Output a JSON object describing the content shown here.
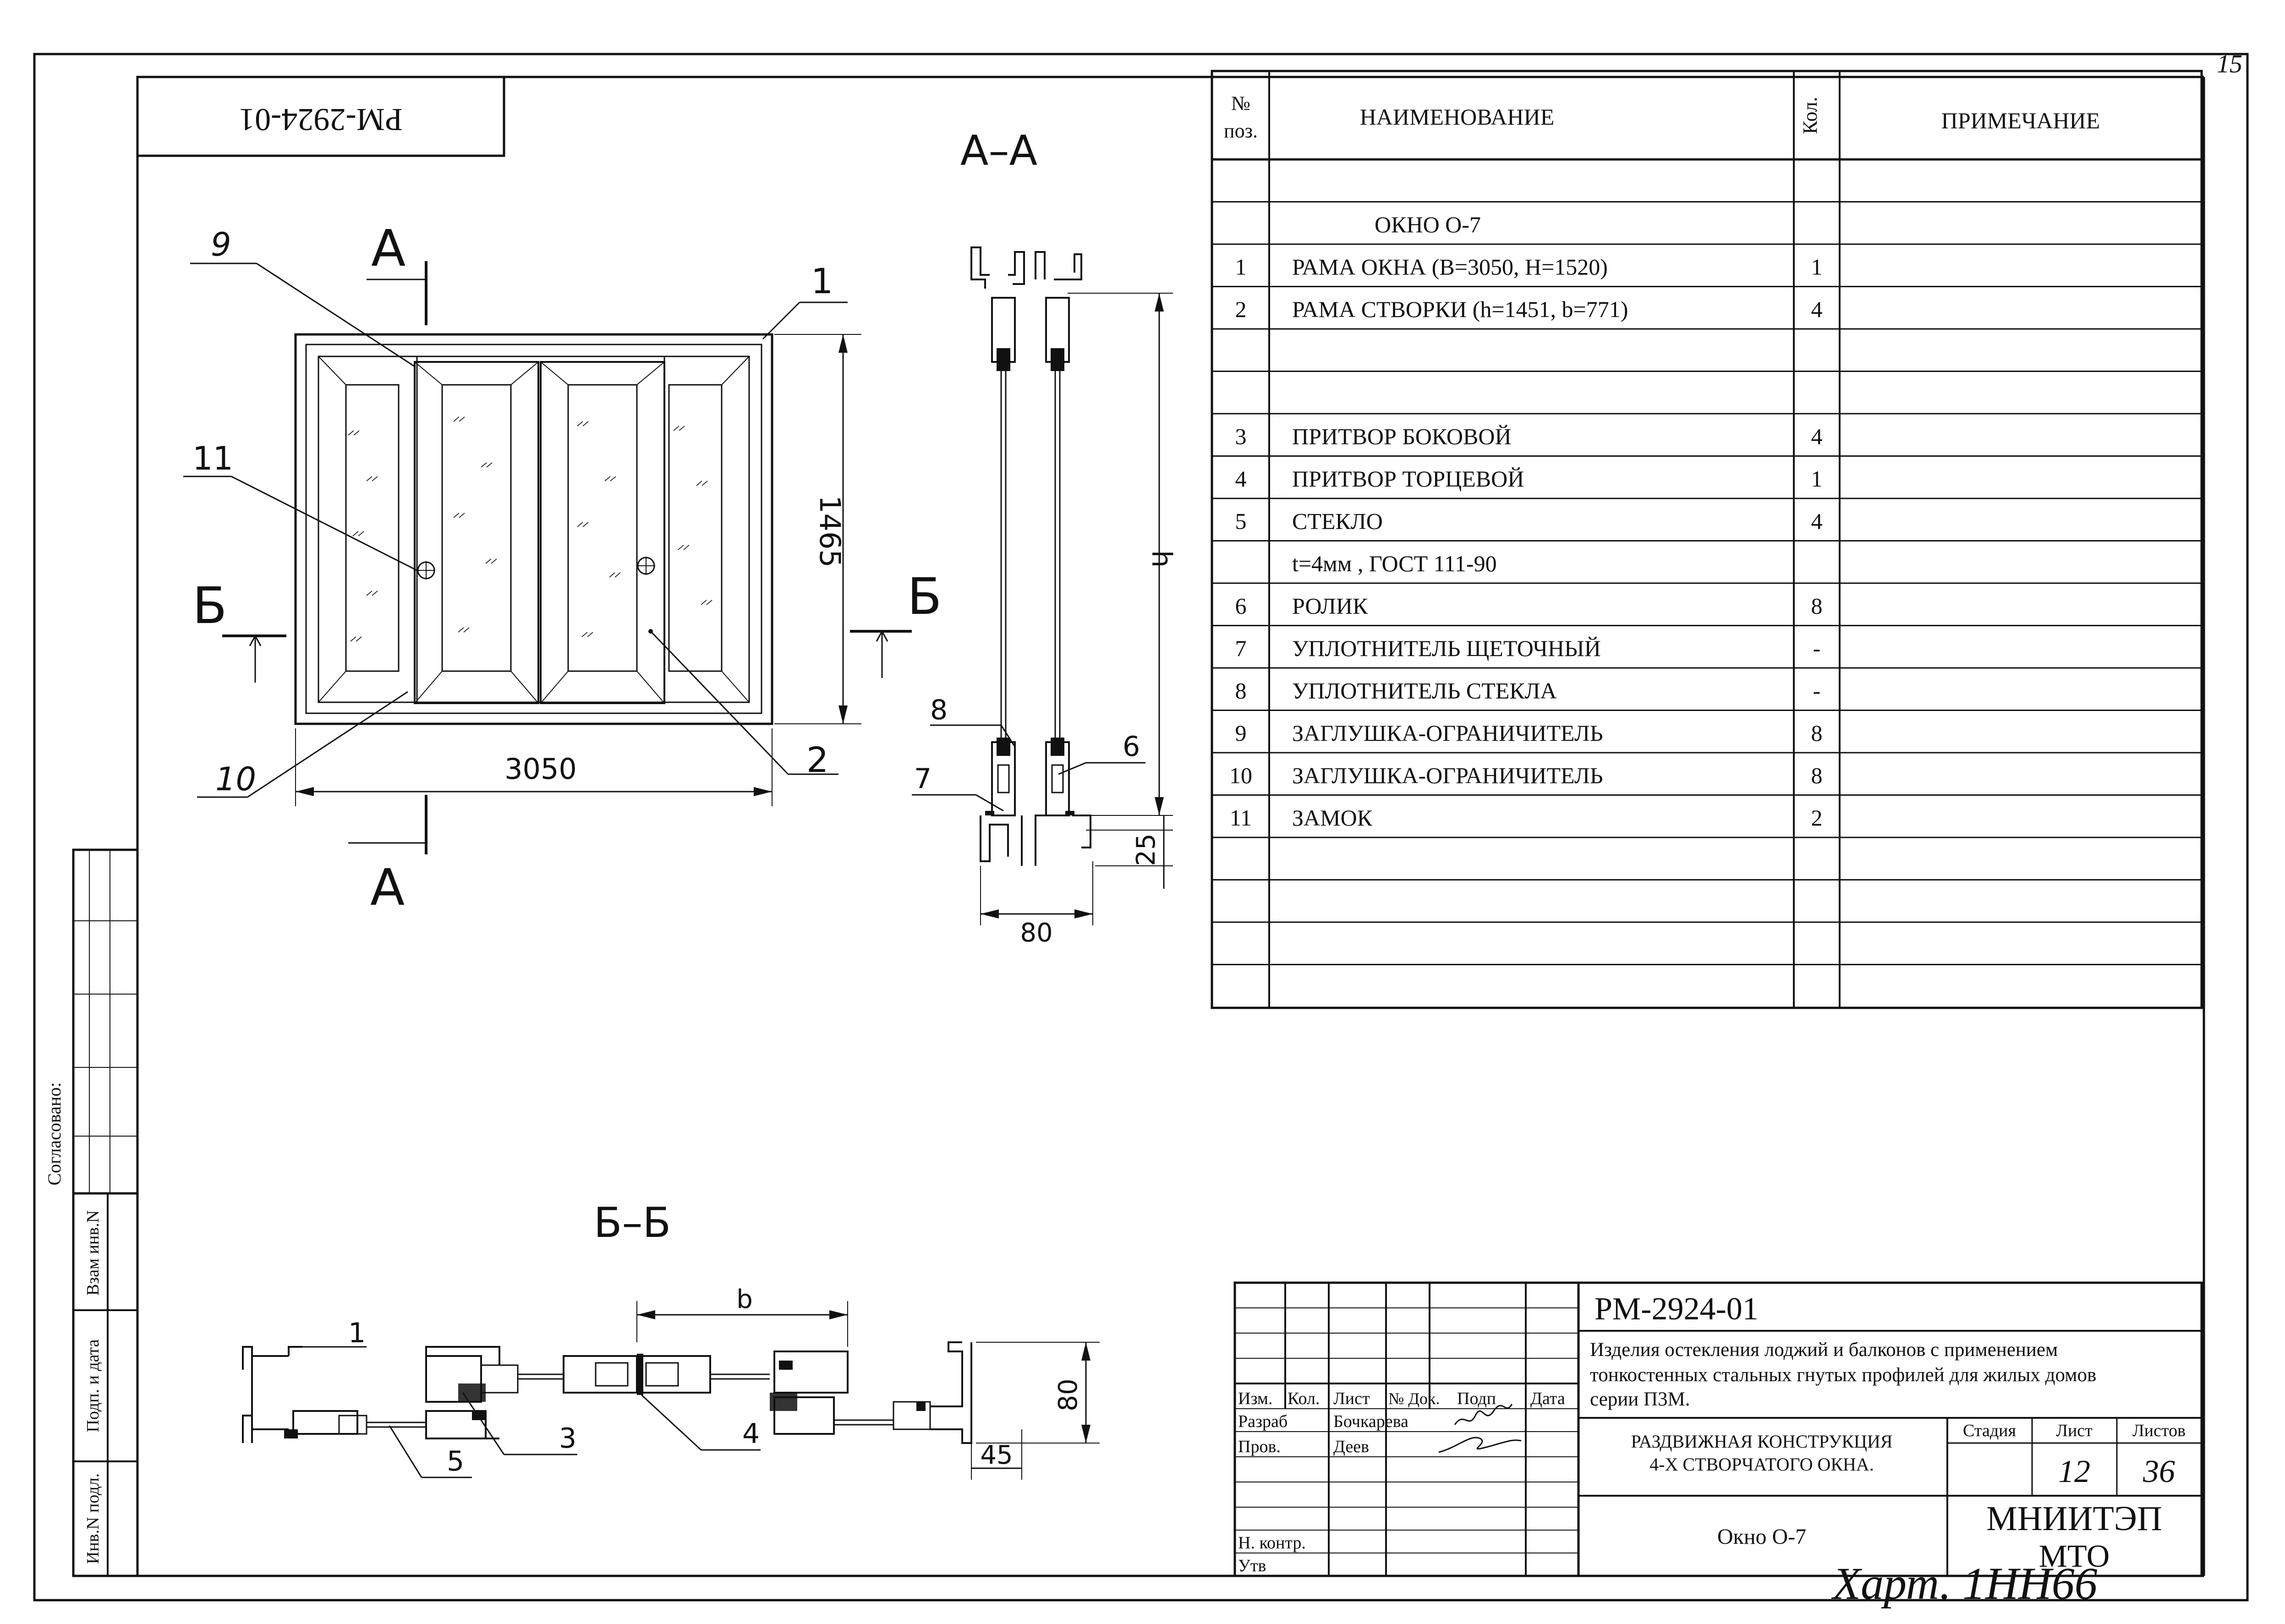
{
  "sheet": {
    "page_number": "15",
    "doc_code_rotated": "РМ-2924-01",
    "footer_handwritten": "Харт. 1НН66"
  },
  "views": {
    "main": {
      "label_top": "А",
      "label_bottom": "А",
      "label_left": "Б",
      "label_right": "Б",
      "width_dim": "3050",
      "height_dim": "1465",
      "callouts": [
        "9",
        "1",
        "11",
        "10",
        "2"
      ]
    },
    "section_aa": {
      "title": "А–А",
      "h_label": "h",
      "dim_80": "80",
      "dim_25": "25",
      "callouts": [
        "8",
        "7",
        "6"
      ]
    },
    "section_bb": {
      "title": "Б–Б",
      "b_label": "b",
      "dim_80": "80",
      "dim_45": "45",
      "callouts": [
        "1",
        "5",
        "3",
        "4"
      ]
    }
  },
  "spec_table": {
    "headers": {
      "pos": "№ поз.",
      "name": "НАИМЕНОВАНИЕ",
      "qty": "Кол.",
      "note": "ПРИМЕЧАНИЕ"
    },
    "rows": [
      {
        "pos": "",
        "name": "",
        "qty": ""
      },
      {
        "pos": "",
        "name": "ОКНО  О-7",
        "qty": ""
      },
      {
        "pos": "1",
        "name": "РАМА ОКНА  (В=3050,  Н=1520)",
        "qty": "1"
      },
      {
        "pos": "2",
        "name": "РАМА СТВОРКИ  (h=1451, b=771)",
        "qty": "4"
      },
      {
        "pos": "",
        "name": "",
        "qty": ""
      },
      {
        "pos": "",
        "name": "",
        "qty": ""
      },
      {
        "pos": "3",
        "name": "ПРИТВОР БОКОВОЙ",
        "qty": "4"
      },
      {
        "pos": "4",
        "name": "ПРИТВОР ТОРЦЕВОЙ",
        "qty": "1"
      },
      {
        "pos": "5",
        "name": "СТЕКЛО",
        "qty": "4"
      },
      {
        "pos": "",
        "name": "t=4мм , ГОСТ 111-90",
        "qty": ""
      },
      {
        "pos": "6",
        "name": "РОЛИК",
        "qty": "8"
      },
      {
        "pos": "7",
        "name": "УПЛОТНИТЕЛЬ ЩЕТОЧНЫЙ",
        "qty": "-"
      },
      {
        "pos": "8",
        "name": "УПЛОТНИТЕЛЬ СТЕКЛА",
        "qty": "-"
      },
      {
        "pos": "9",
        "name": "ЗАГЛУШКА-ОГРАНИЧИТЕЛЬ",
        "qty": "8"
      },
      {
        "pos": "10",
        "name": "ЗАГЛУШКА-ОГРАНИЧИТЕЛЬ",
        "qty": "8"
      },
      {
        "pos": "11",
        "name": "ЗАМОК",
        "qty": "2"
      },
      {
        "pos": "",
        "name": "",
        "qty": ""
      },
      {
        "pos": "",
        "name": "",
        "qty": ""
      },
      {
        "pos": "",
        "name": "",
        "qty": ""
      },
      {
        "pos": "",
        "name": "",
        "qty": ""
      }
    ]
  },
  "side_stamp": {
    "agreed": "Согласовано:",
    "vzam": "Взам инв.N",
    "podp": "Подп. и дата",
    "inv": "Инв.N подл."
  },
  "title_block": {
    "code": "РМ-2924-01",
    "description": "Изделия остекления лоджий и балконов с применением тонкостенных стальных гнутых профилей для жилых домов серии П3М.",
    "desc_lines": [
      "Изделия остекления лоджий и балконов с применением",
      "тонкостенных стальных гнутых профилей для жилых домов",
      "серии П3М."
    ],
    "cols": [
      "Изм.",
      "Кол.",
      "Лист",
      "№ Док.",
      "Подп",
      "Дата"
    ],
    "razrab_label": "Разраб",
    "razrab_name": "Бочкарева",
    "prov_label": "Пров.",
    "prov_name": "Деев",
    "nkontr_label": "Н. контр.",
    "utv_label": "Утв",
    "item_title_lines": [
      "РАЗДВИЖНАЯ КОНСТРУКЦИЯ",
      "4-Х СТВОРЧАТОГО ОКНА."
    ],
    "stage_label": "Стадия",
    "sheet_label": "Лист",
    "sheets_label": "Листов",
    "sheet_value": "12",
    "sheets_value": "36",
    "drawing_name": "Окно  О-7",
    "org_lines": [
      "МНИИТЭП",
      "МТО"
    ]
  }
}
